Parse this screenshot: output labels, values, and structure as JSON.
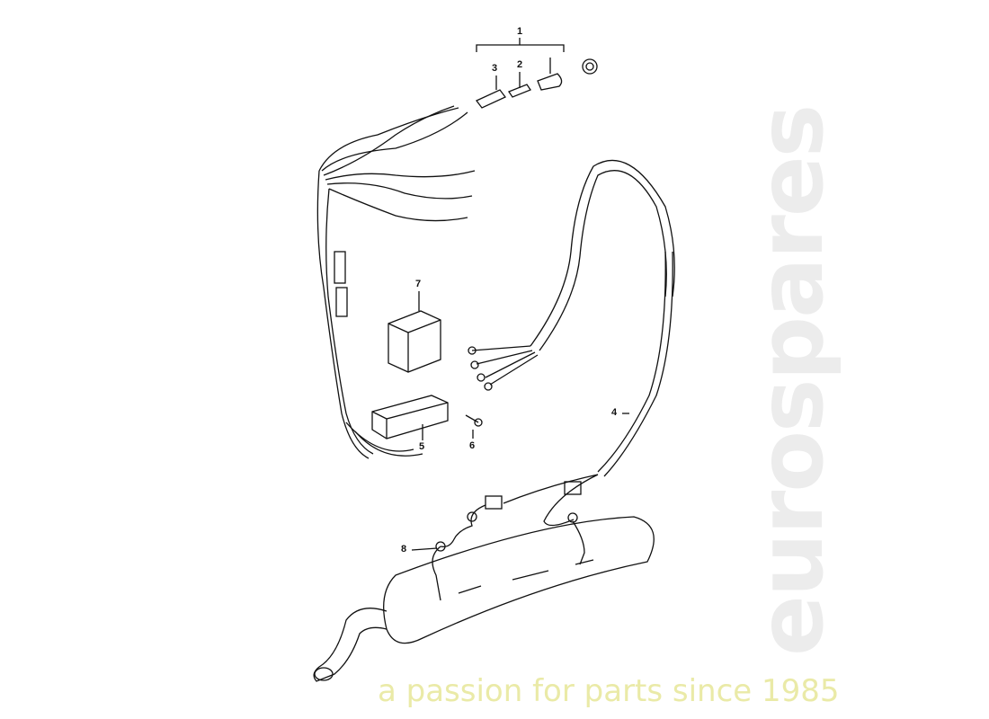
{
  "watermark": {
    "brand": "eurospares",
    "tagline": "a passion for parts since 1985"
  },
  "callouts": [
    "1",
    "2",
    "3",
    "4",
    "5",
    "6",
    "7",
    "8"
  ],
  "colors": {
    "line": "#111111",
    "watermark_grey": "#c8c8c8",
    "watermark_yellow": "#ebeb96"
  }
}
